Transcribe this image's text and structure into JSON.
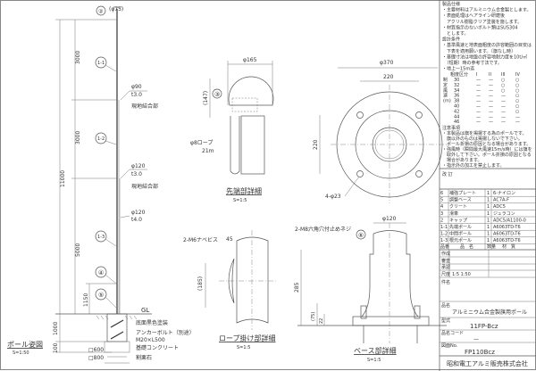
{
  "pole_view": {
    "title": "ポール姿図",
    "scale": "S=1:50",
    "top_dia": "(φ75)",
    "dim_total": "11000",
    "dim_top": "3000",
    "dim_mid": "3000",
    "dim_bottom": "5000",
    "dim_cleat": "1150",
    "dim_found": "1000",
    "dim_gravel": "100",
    "sec1_dia": "φ90",
    "sec1_t": "t3.0",
    "joint_label": "現地結合部",
    "sec2_dia": "φ120",
    "sec2_t": "t3.0",
    "sec3_dia": "φ120",
    "sec3_t": "t4.0",
    "gl": "GL",
    "bottom_coat": "底面黒色塗装",
    "anchor_bolt": "アンカーボルト（別途）",
    "anchor_size": "M20×L500",
    "concrete": "基礎コンクリート",
    "gravel": "割栗石",
    "found_600": "□600",
    "found_800": "□800",
    "balloons": [
      "②",
      "1-1",
      "1-2",
      "1-3",
      "④",
      "⑤"
    ]
  },
  "top_detail": {
    "title": "先端部詳細",
    "scale": "S=1:5",
    "dia": "φ165",
    "height": "(147)",
    "balloon": "③",
    "rope": "φ8ロープ",
    "rope_len": "21m"
  },
  "rope_detail": {
    "title": "ロープ掛け部詳細",
    "scale": "S=1:5",
    "screw": "2-M6ナベビス",
    "width": "45",
    "height": "(185)"
  },
  "base_plan": {
    "dia": "φ370",
    "pitch_x": "220",
    "pitch_y": "220",
    "holes": "4-φ23"
  },
  "base_detail": {
    "title": "ベース部詳細",
    "scale": "S=1:5",
    "dia": "φ120",
    "screw": "2-M8六角穴付止めネジ",
    "balloon": "⑥",
    "h_total": "285",
    "h_75": "(75)",
    "h_22": "22"
  },
  "notes": [
    "製品仕様",
    "・主要材料はアルミニウム合金製とします。",
    "・表面処理はヘアライン研磨後",
    "　アクリル樹脂クリア塗装を施します。",
    "・材質指示のないボルト類はSUS304",
    "　とします。",
    "設計条件",
    "・基準風速と地表面粗度の許容範囲の目安は",
    "　下表を適用願います。〔旗なし時〕",
    "・基礎寸法は地盤の許容地耐力度を10t/㎡",
    "　（短期）時の参考寸法です。",
    "・地上一15m迄"
  ],
  "wind_table": {
    "header": [
      "粗度区分",
      "I",
      "II",
      "III",
      "IV"
    ],
    "side": [
      "制",
      "定",
      "風",
      "速",
      "(m)",
      "",
      "",
      "",
      ""
    ],
    "rows": [
      [
        "30",
        "—",
        "—",
        "○",
        "○"
      ],
      [
        "32",
        "—",
        "—",
        "○",
        "○"
      ],
      [
        "34",
        "—",
        "—",
        "○",
        "○"
      ],
      [
        "36",
        "—",
        "—",
        "—",
        "○"
      ],
      [
        "38",
        "—",
        "—",
        "—",
        "○"
      ],
      [
        "40",
        "—",
        "—",
        "—",
        "○"
      ],
      [
        "42",
        "—",
        "—",
        "—",
        "○"
      ],
      [
        "44",
        "—",
        "—",
        "—",
        "—"
      ],
      [
        "46",
        "—",
        "—",
        "—",
        "—"
      ]
    ]
  },
  "cautions": [
    "注意事項",
    "・本製品は旗を掲揚する為のポールです。",
    "　旗以外のものは掲揚しないで下さい。",
    "　ポール折損の原因となる場合があります。",
    "・強風時（瞬間最大風速15m/s時）には旗を",
    "　取外して下さい。ポール折損の原因となる",
    "　場合があります。",
    "・指示外の加工を禁止します。"
  ],
  "revision_label": "改 訂",
  "parts": [
    [
      "6",
      "補強プレート",
      "1",
      "6-ナイロン"
    ],
    [
      "5",
      "調整ベース",
      "1",
      "AC7A-F"
    ],
    [
      "4",
      "クリート",
      "1",
      "ADC5"
    ],
    [
      "3",
      "滑車",
      "1",
      "ジュラコン"
    ],
    [
      "2",
      "キャップ",
      "1",
      "ADC5/A1100-0"
    ],
    [
      "1-1",
      "先端ポール",
      "1",
      "A6063TD-T6"
    ],
    [
      "1-2",
      "中間ポール",
      "1",
      "A6063TD-T6"
    ],
    [
      "1-3",
      "根元ポール",
      "1",
      "A6063TD-T6"
    ]
  ],
  "parts_header": [
    "品番",
    "品　名",
    "数量",
    "材　質"
  ],
  "title_block": {
    "made": "作成",
    "checked": "審査",
    "approved": "承認",
    "scale_label": "尺度",
    "scale_value": "1:5  1:50",
    "subject_label": "件名",
    "name_label": "品名",
    "name_value": "アルミニウム合金製旗用ポール",
    "model_label": "型式",
    "model_value": "11FP-Bcz",
    "code_label": "品名コード",
    "code_value": "—",
    "drawing_label": "図面No.",
    "drawing_value": "FP110Bcz",
    "company": "昭和電工アルミ販売株式会社"
  }
}
